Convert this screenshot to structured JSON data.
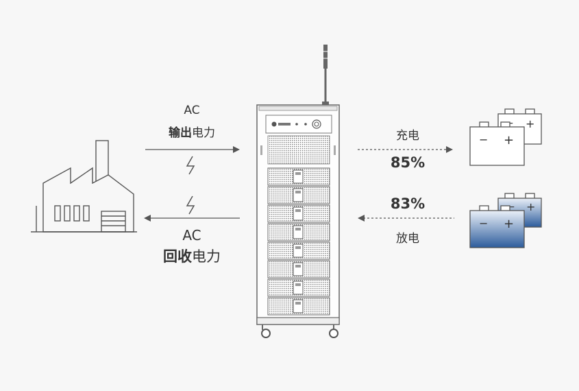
{
  "left": {
    "top_ac": "AC",
    "top_bold": "输出",
    "top_rest": "电力",
    "bottom_ac": "AC",
    "bottom_bold": "回收",
    "bottom_rest": "电力"
  },
  "right": {
    "charge_label": "充电",
    "charge_percent": "85%",
    "discharge_percent": "83%",
    "discharge_label": "放电"
  },
  "colors": {
    "line": "#4a4a4a",
    "battery_blue_top": "#d7e3f2",
    "battery_blue_bottom": "#2b5a9a"
  }
}
